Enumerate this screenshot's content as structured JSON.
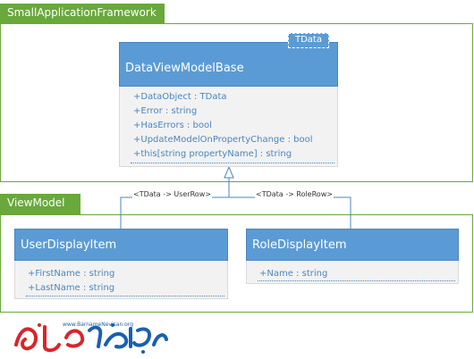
{
  "packages": [
    {
      "name": "SmallApplicationFramework"
    },
    {
      "name": "ViewModel"
    }
  ],
  "base_class": {
    "name": "DataViewModelBase",
    "type_parameter": "TData",
    "members": [
      "+DataObject : TData",
      "+Error : string",
      "+HasErrors : bool",
      "+UpdateModelOnPropertyChange : bool",
      "+this[string propertyName] : string"
    ]
  },
  "classes": [
    {
      "name": "UserDisplayItem",
      "members": [
        "+FirstName : string",
        "+LastName : string"
      ]
    },
    {
      "name": "RoleDisplayItem",
      "members": [
        "+Name : string"
      ]
    }
  ],
  "bindings": [
    "<TData -> UserRow>",
    "<TData -> RoleRow>"
  ],
  "logo": {
    "url": "www.BarnameNevisan.org",
    "brand_colors": [
      "#d7262b",
      "#1b5fb0"
    ]
  },
  "colors": {
    "package": "#69a83b",
    "class_header": "#5b9bd5",
    "member_text": "#4a86c0"
  }
}
